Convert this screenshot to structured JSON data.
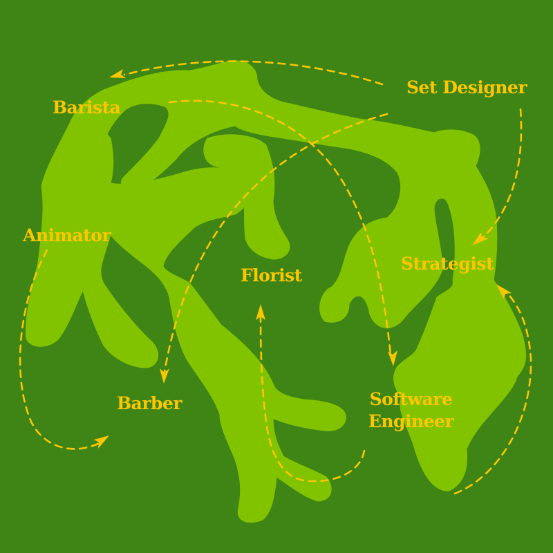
{
  "colors": {
    "background": "#3f8516",
    "blob": "#82c300",
    "accent": "#fcc700"
  },
  "labels": {
    "set_designer": "Set Designer",
    "barista": "Barista",
    "animator": "Animator",
    "florist": "Florist",
    "strategist": "Strategist",
    "barber": "Barber",
    "software_engineer_line1": "Software",
    "software_engineer_line2": "Engineer"
  },
  "arrows": [
    {
      "from": "Set Designer",
      "to": "Barista"
    },
    {
      "from": "Barista",
      "to": "Software Engineer"
    },
    {
      "from": "Set Designer",
      "to": "Barber"
    },
    {
      "from": "Set Designer",
      "to": "Strategist"
    },
    {
      "from": "Animator",
      "to": "Barber"
    },
    {
      "from": "Software Engineer",
      "to": "Florist"
    },
    {
      "from": "Software Engineer",
      "to": "Strategist"
    }
  ]
}
